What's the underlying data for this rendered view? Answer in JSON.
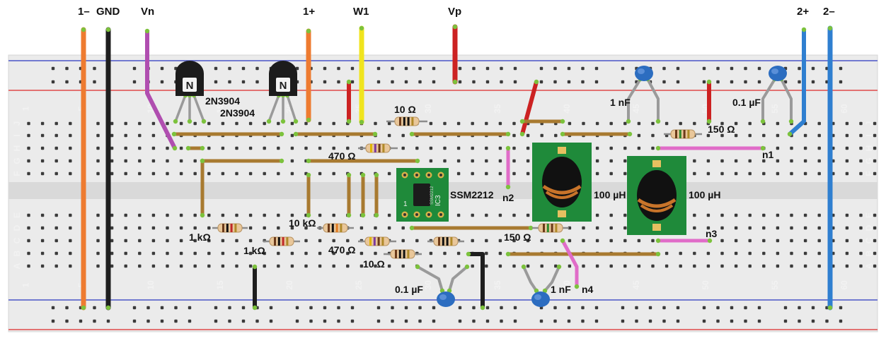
{
  "title": "",
  "top_labels": {
    "one_minus": "1–",
    "gnd": "GND",
    "vn": "Vn",
    "one_plus": "1+",
    "w1": "W1",
    "vp": "Vp",
    "two_plus": "2+",
    "two_minus": "2–"
  },
  "components": {
    "transistor_1": {
      "part": "2N3904",
      "marking": "N"
    },
    "transistor_2": {
      "part": "2N3904",
      "marking": "N"
    },
    "ic": {
      "part": "SSM2212",
      "pin1": "1",
      "board_text": "SSM2212",
      "board_label": "IC3"
    },
    "resistors": [
      {
        "id": "r10_top",
        "value": "10 Ω"
      },
      {
        "id": "r470_top",
        "value": "470 Ω"
      },
      {
        "id": "r1k_left",
        "value": "1 kΩ"
      },
      {
        "id": "r1k_mid",
        "value": "1 kΩ"
      },
      {
        "id": "r10k",
        "value": "10 kΩ"
      },
      {
        "id": "r470_bottom",
        "value": "470 Ω"
      },
      {
        "id": "r10_bottom",
        "value": "10 Ω"
      },
      {
        "id": "r150_mid",
        "value": "150 Ω"
      },
      {
        "id": "r150_top",
        "value": "150 Ω"
      }
    ],
    "capacitors": [
      {
        "id": "c1n_top",
        "value": "1 nF"
      },
      {
        "id": "c01u_top",
        "value": "0.1 µF"
      },
      {
        "id": "c01u_bottom",
        "value": "0.1 µF"
      },
      {
        "id": "c1n_bottom",
        "value": "1 nF"
      }
    ],
    "inductors": [
      {
        "id": "l1",
        "value": "100 µH"
      },
      {
        "id": "l2",
        "value": "100 µH"
      }
    ]
  },
  "nodes": {
    "n1": "n1",
    "n2": "n2",
    "n3": "n3",
    "n4": "n4"
  },
  "board": {
    "column_numbers": [
      "1",
      "5",
      "10",
      "15",
      "20",
      "25",
      "30",
      "35",
      "40",
      "45",
      "50",
      "55",
      "60"
    ],
    "row_letters_top": [
      "J",
      "I",
      "H",
      "G",
      "F"
    ],
    "row_letters_bottom": [
      "E",
      "D",
      "C",
      "B",
      "A"
    ]
  },
  "colors": {
    "board": "#ebebeb",
    "rail_red": "#e04a4a",
    "rail_blue": "#4a55c8",
    "wire_orange": "#ee7b30",
    "wire_black": "#1e1e1e",
    "wire_purple": "#b04eb0",
    "wire_yellow": "#f0e41e",
    "wire_red": "#cc2222",
    "wire_blue": "#2f7fd0",
    "wire_brown": "#a87a30",
    "wire_pink": "#e06cc8",
    "wire_gray": "#9a9a9a",
    "hole_green": "#7cc23c",
    "hole_dark": "#3a3a3a",
    "pcb_green": "#1f8a3a",
    "cap_blue": "#2c6dc0"
  }
}
